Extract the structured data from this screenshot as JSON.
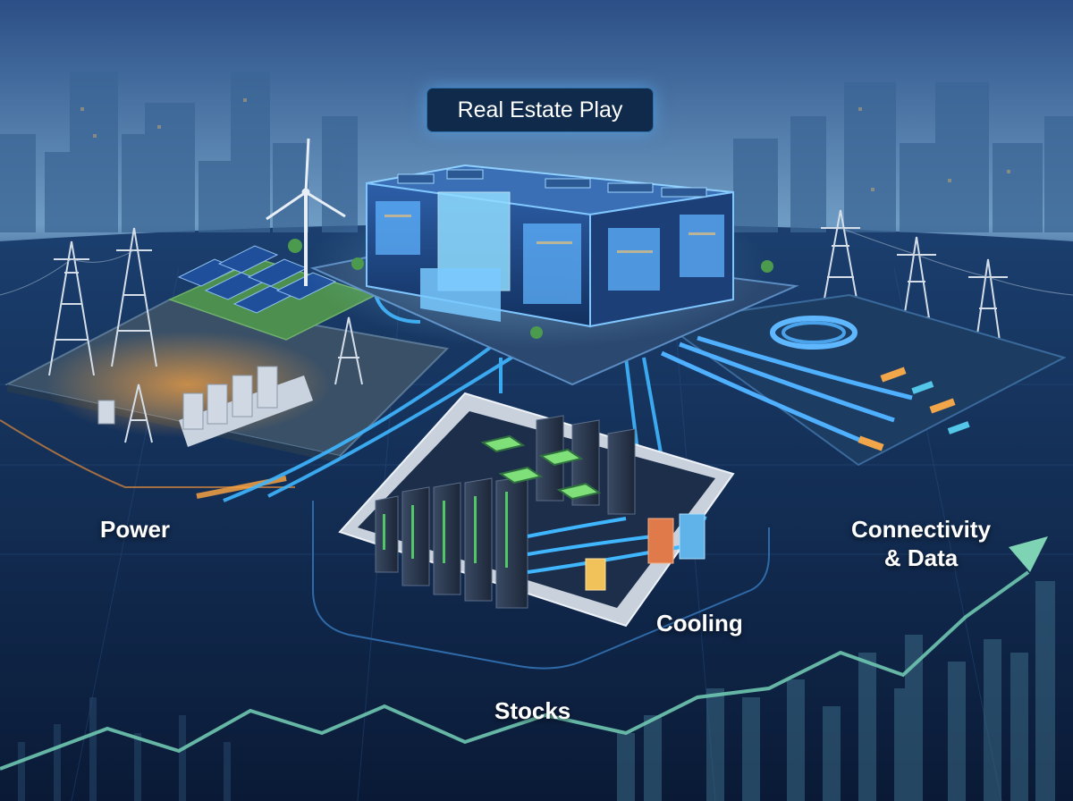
{
  "title": "Real Estate Play",
  "labels": {
    "power": "Power",
    "connectivity_line1": "Connectivity",
    "connectivity_line2": "& Data",
    "cooling": "Cooling",
    "stocks": "Stocks"
  },
  "icons": [
    "wind-turbine-icon",
    "solar-panel-icon",
    "transmission-tower-icon",
    "substation-icon",
    "data-center-building-icon",
    "server-rack-icon",
    "chip-icon",
    "cooling-unit-icon",
    "fiber-cable-icon",
    "growth-arrow-icon",
    "bar-chart-icon"
  ],
  "colors": {
    "background": "#0b1f3f",
    "sky": "#6f9cc4",
    "accent_blue": "#3fb6ff",
    "power_glow": "#f5a142",
    "green_platform": "#4c8f4e",
    "growth_arrow": "#7fd3b5"
  }
}
